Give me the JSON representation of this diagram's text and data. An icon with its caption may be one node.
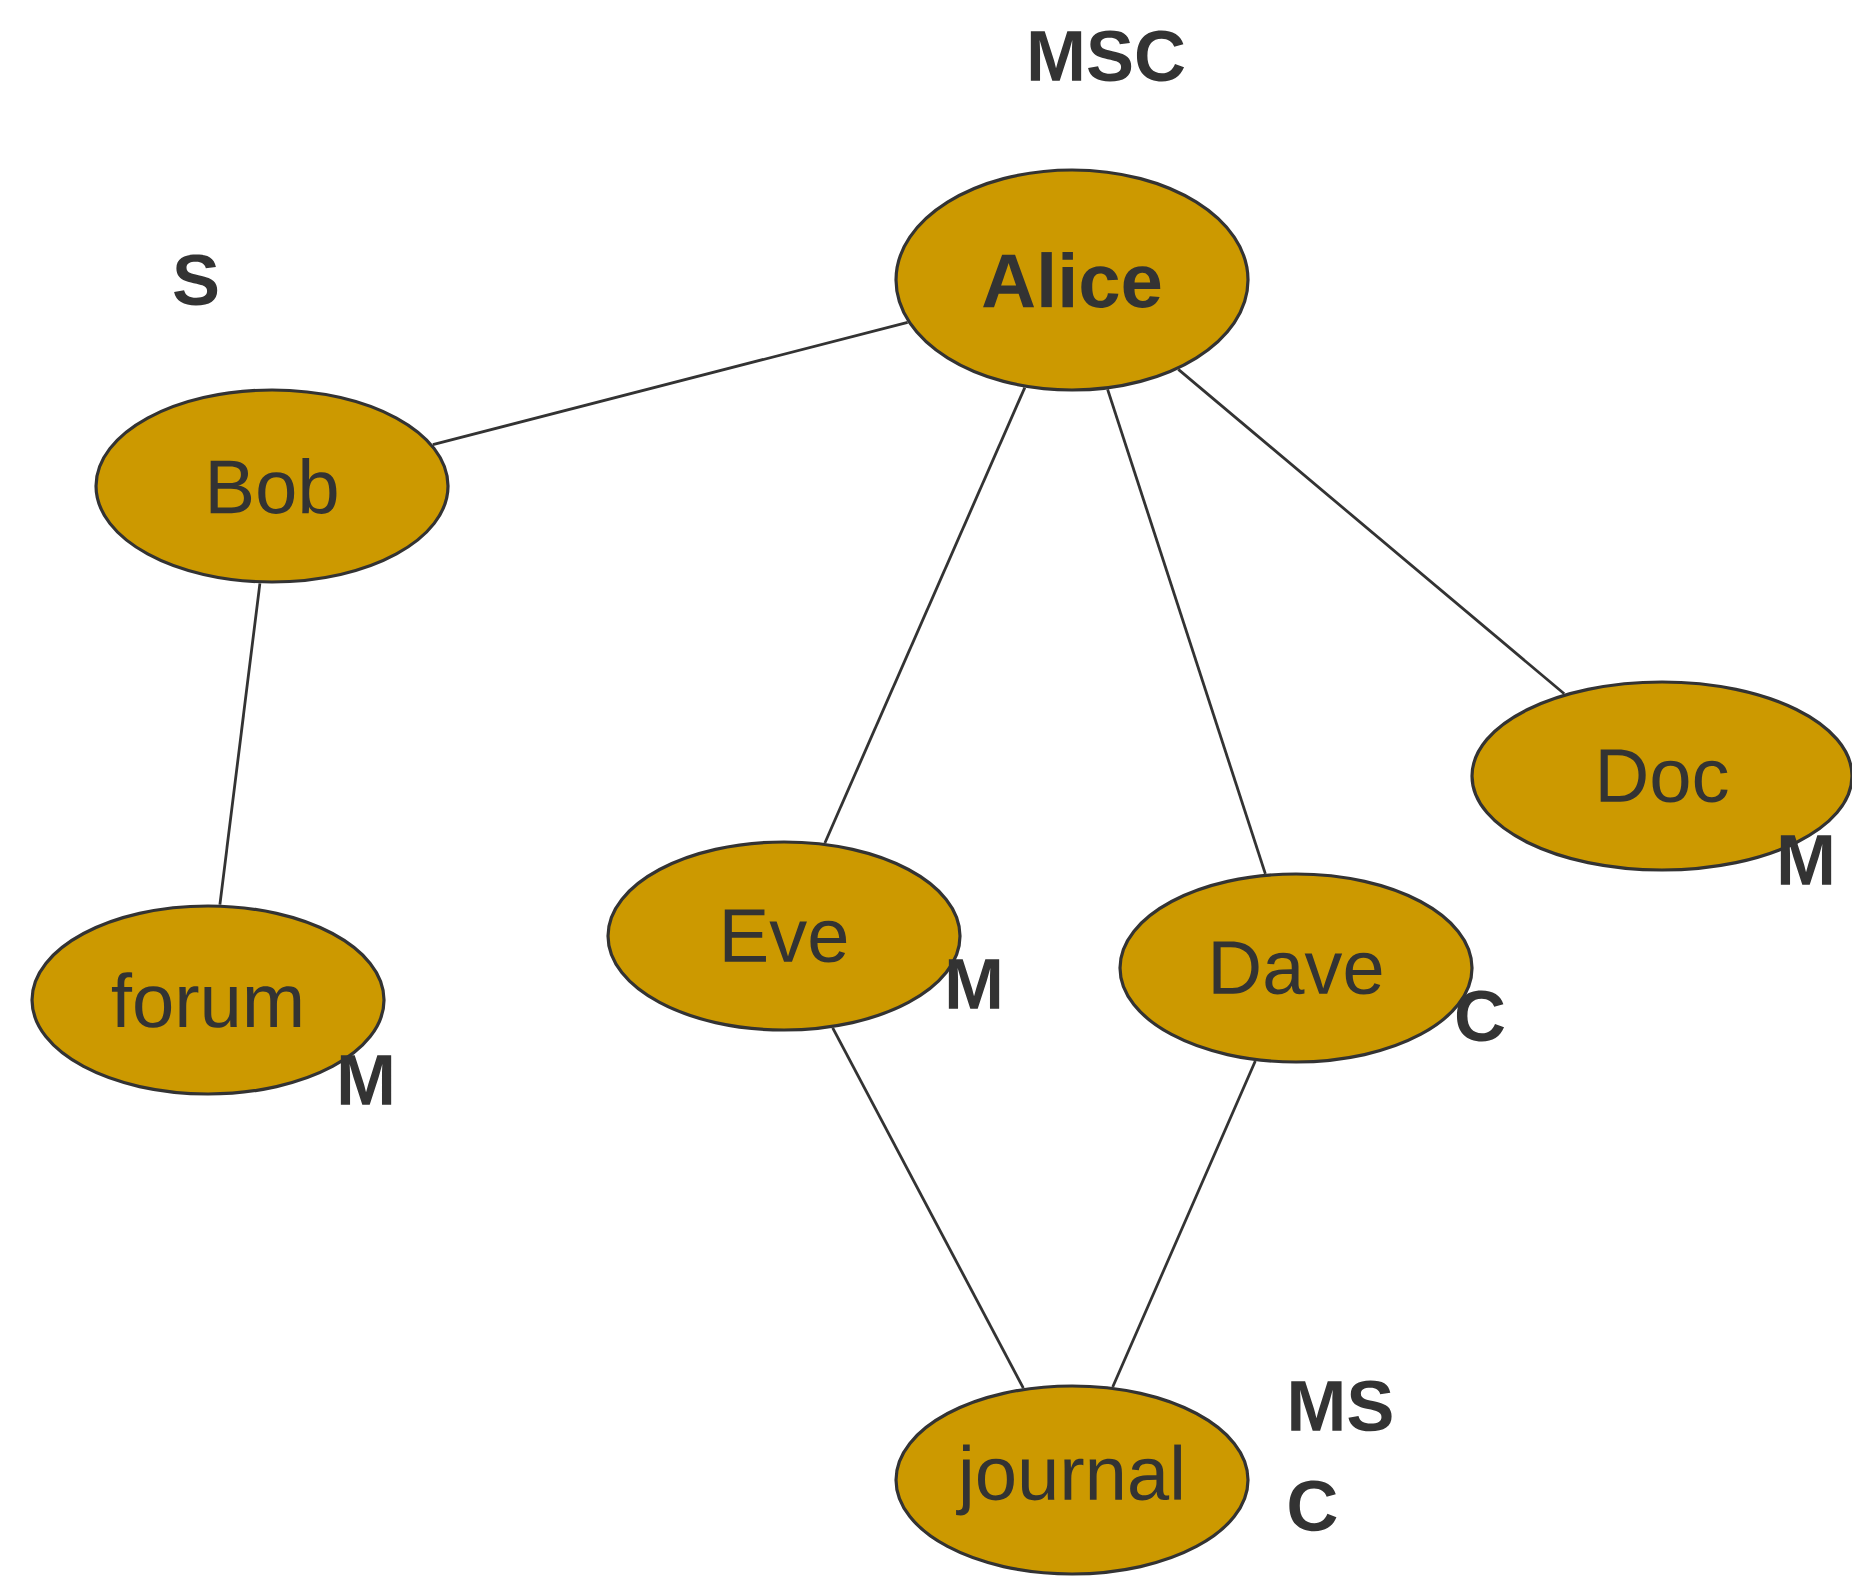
{
  "diagram": {
    "nodes": [
      {
        "text": [
          "Alice"
        ],
        "beside": [
          "MSC"
        ]
      },
      {
        "text": [
          "Bob"
        ],
        "beside": [
          "S"
        ]
      },
      {
        "text": [
          "forum"
        ],
        "beside": [
          "M"
        ]
      },
      {
        "text": [
          "Eve"
        ],
        "beside": [
          "M"
        ]
      },
      {
        "text": [
          "Dave"
        ],
        "beside": [
          "C"
        ]
      },
      {
        "text": [
          "Doc"
        ],
        "beside": [
          "M"
        ]
      },
      {
        "text": [
          "journal"
        ],
        "beside": [
          "MS C"
        ]
      }
    ],
    "edges": [
      {
        "from": 0,
        "to": 1,
        "arrow": "none"
      },
      {
        "from": 1,
        "to": 2,
        "arrow": "none"
      },
      {
        "from": 0,
        "to": 3,
        "arrow": "none"
      },
      {
        "from": 0,
        "to": 4,
        "arrow": "none"
      },
      {
        "from": 0,
        "to": 5,
        "arrow": "none"
      },
      {
        "from": 3,
        "to": 6,
        "arrow": "none"
      },
      {
        "from": 4,
        "to": 6,
        "arrow": "none"
      }
    ]
  }
}
